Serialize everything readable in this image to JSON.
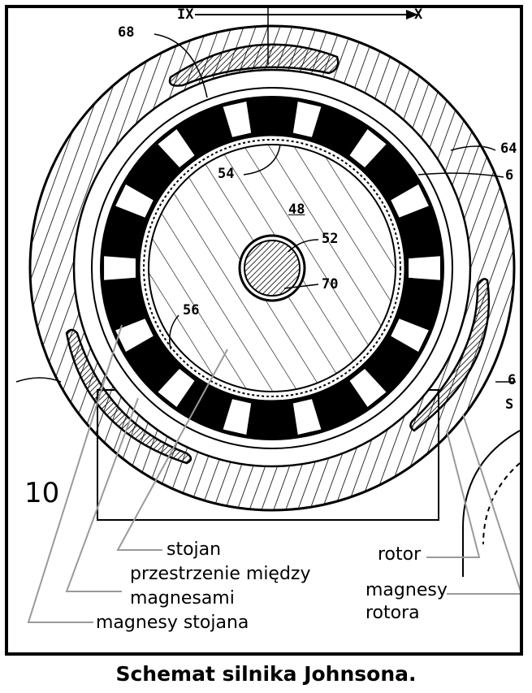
{
  "caption": "Schemat silnika Johnsona.",
  "reference_numbers": {
    "r48": "48",
    "r52": "52",
    "r54": "54",
    "r56": "56",
    "r68": "68",
    "r70": "70",
    "r10": "10",
    "r64": "64",
    "r6a": "6",
    "r6b": "6",
    "rS": "S",
    "rIX": "IX",
    "rX": "X"
  },
  "labels": {
    "stojan": "stojan",
    "przestrzenie": "przestrzenie między",
    "magnesami": "magnesami",
    "magnesy_stojana": "magnesy stojana",
    "rotor": "rotor",
    "magnesy_rotora_1": "magnesy",
    "magnesy_rotora_2": "rotora"
  },
  "colors": {
    "ink": "#000000",
    "paper": "#ffffff"
  }
}
